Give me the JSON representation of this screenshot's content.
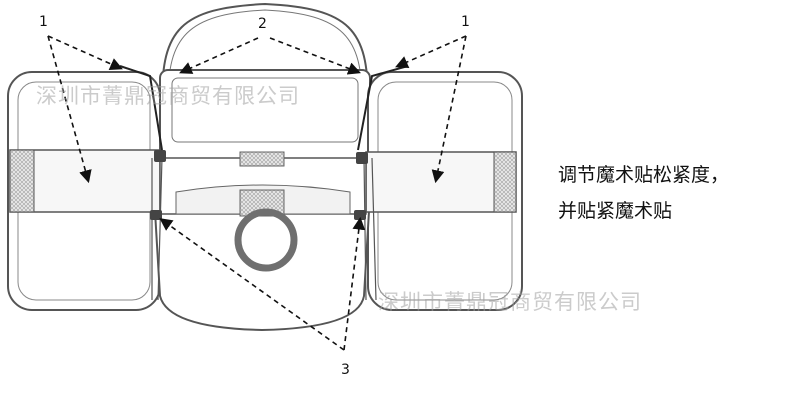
{
  "callouts": {
    "label_1_left": "1",
    "label_1_right": "1",
    "label_2": "2",
    "label_3": "3"
  },
  "instructions": {
    "line1": "调节魔术贴松紧度，",
    "line2": "并贴紧魔术贴"
  },
  "watermarks": {
    "top": "深圳市菁鼎冠商贸有限公司",
    "bottom": "深圳市菁鼎冠商贸有限公司"
  },
  "colors": {
    "outline": "#555555",
    "strap_fill": "#f7f7f7",
    "mesh": "#b8b8b8",
    "ring": "#6f6f6f",
    "buckle": "#444444"
  }
}
